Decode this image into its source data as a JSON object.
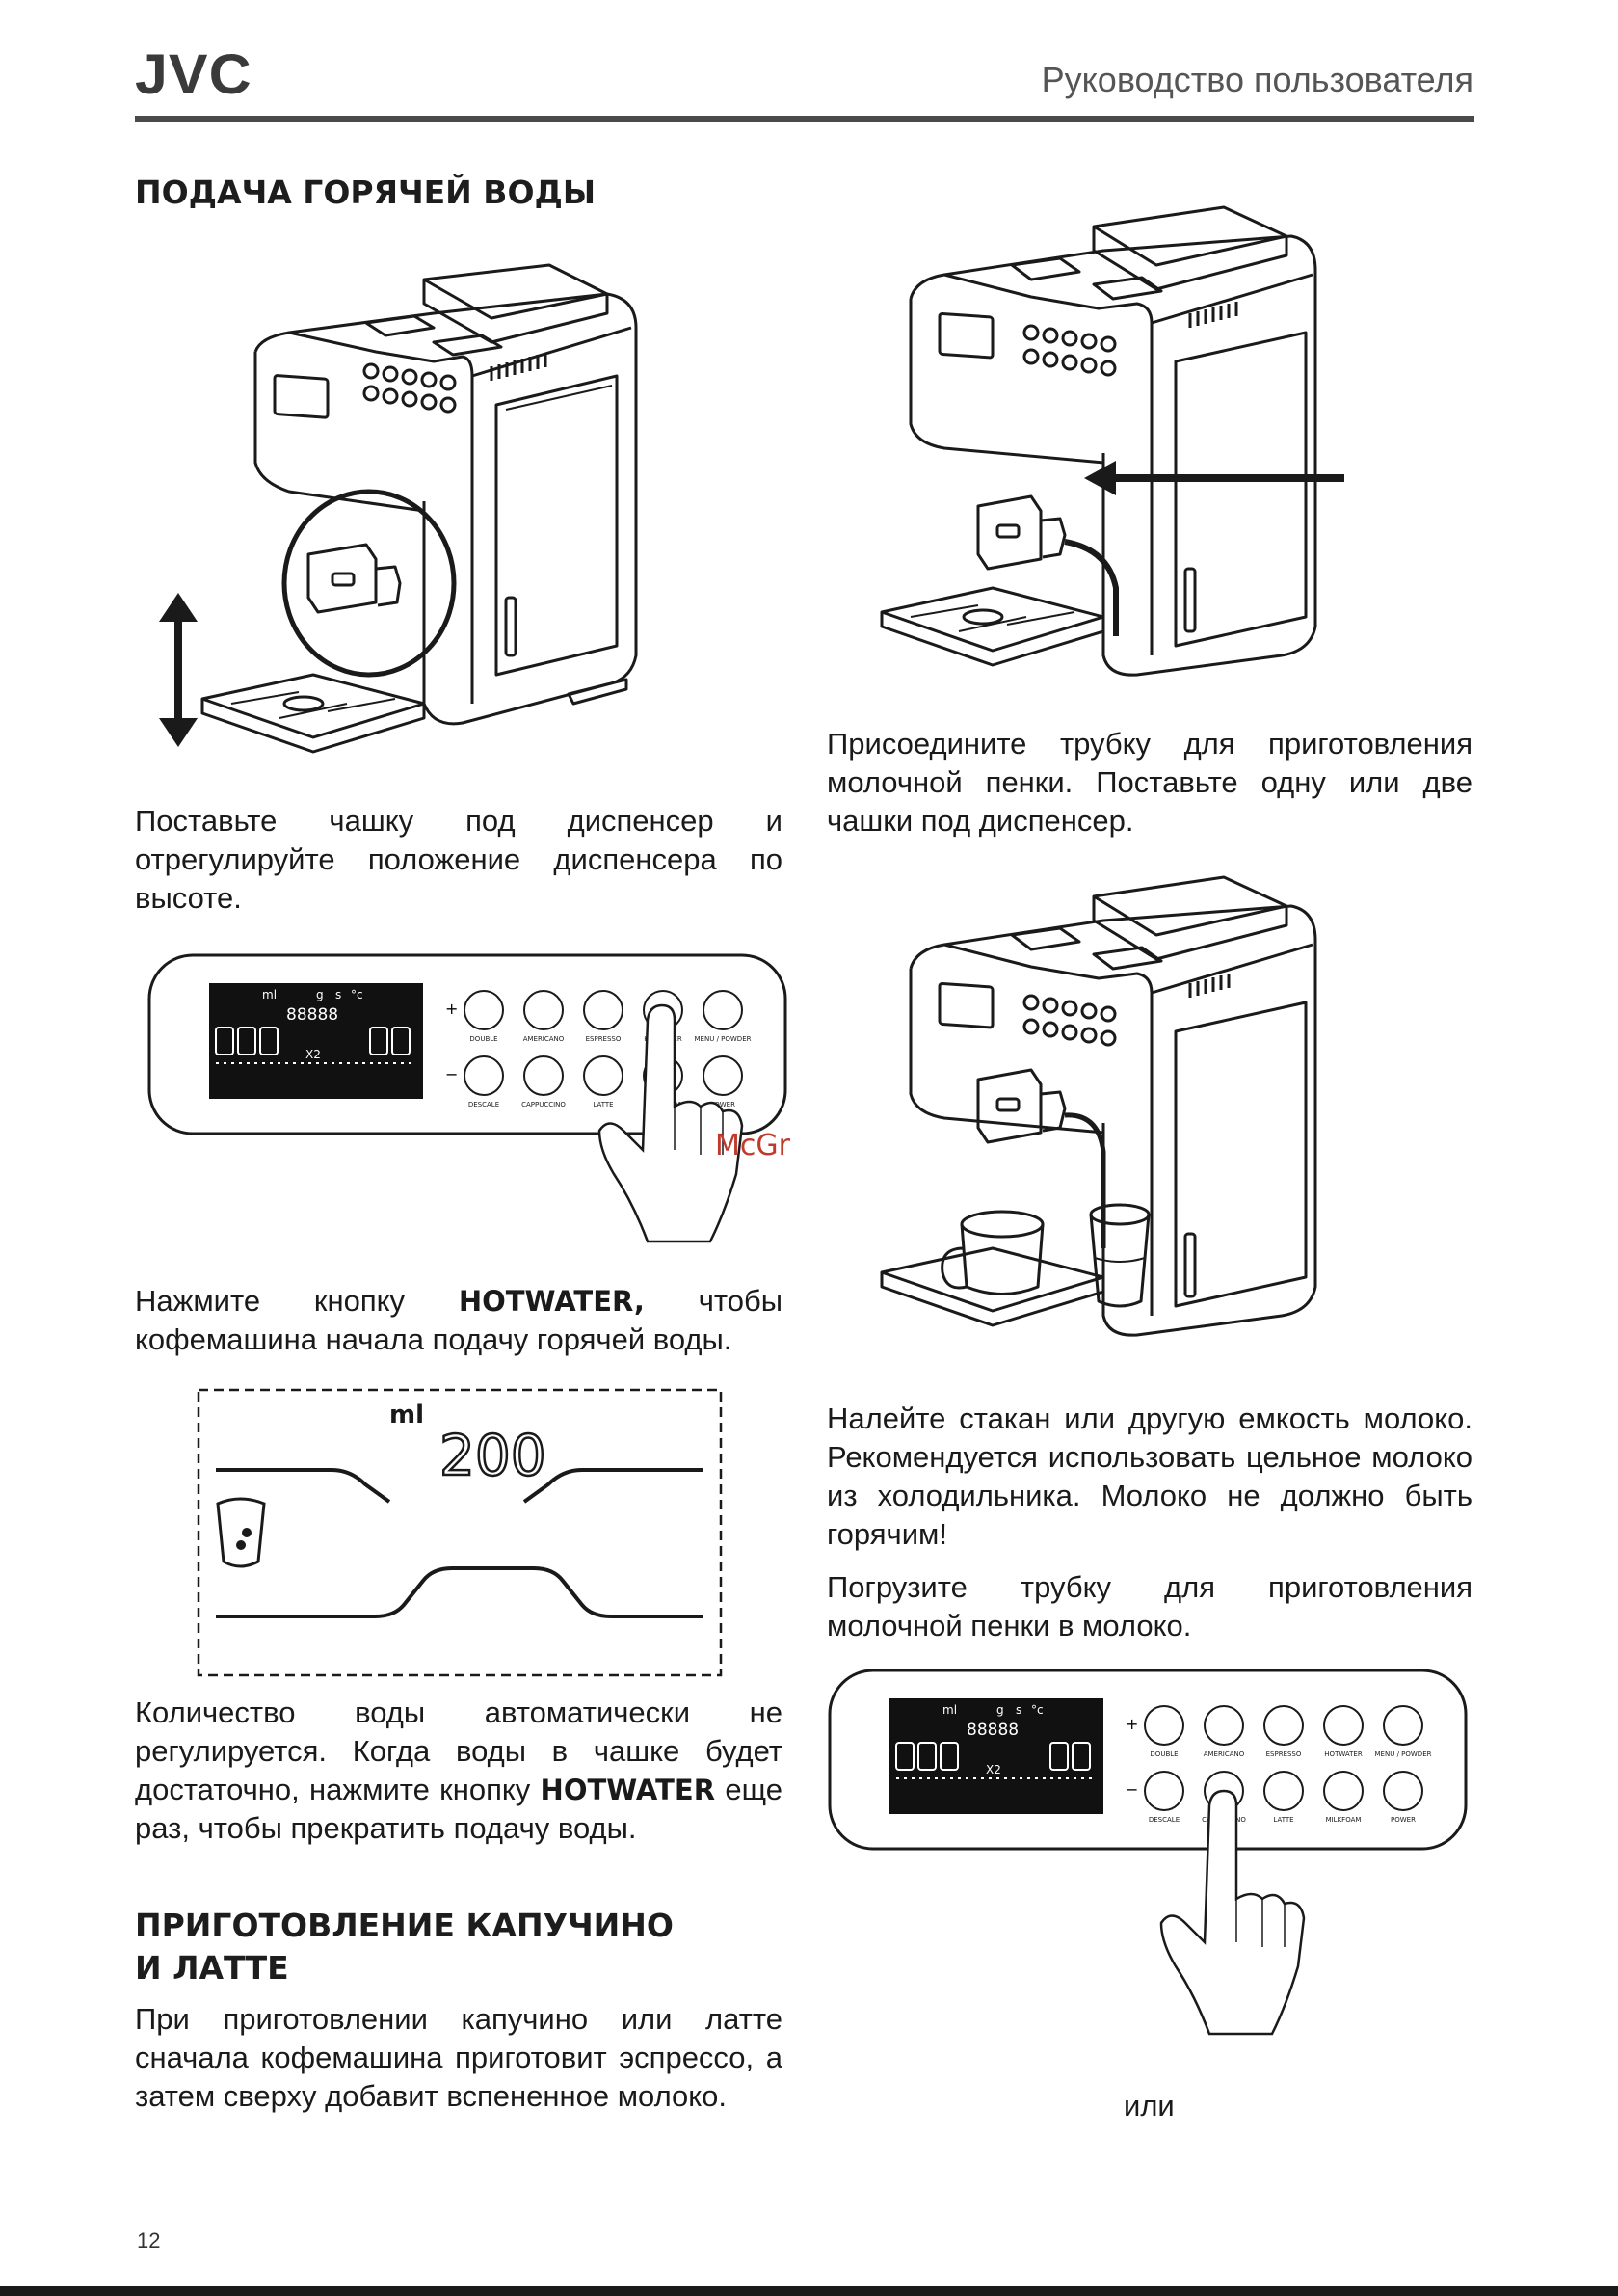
{
  "header": {
    "logo": "JVC",
    "title": "Руководство пользователя"
  },
  "section1": {
    "heading": "ПОДАЧА ГОРЯЧЕЙ ВОДЫ",
    "p1": "Поставьте чашку под диспенсер и отрегулируйте положение диспенсера по высоте.",
    "p2_pre": "Нажмите кнопку ",
    "p2_bold": "HOTWATER,",
    "p2_post": " чтобы кофемашина начала подачу горячей воды.",
    "p3_pre": "Количество воды автоматически не регулируется. Когда воды в чашке будет достаточно, нажмите кнопку ",
    "p3_bold": "HOTWATER",
    "p3_post": " еще раз, чтобы прекратить подачу воды."
  },
  "section2": {
    "heading_line1": "ПРИГОТОВЛЕНИЕ КАПУЧИНО",
    "heading_line2": "И ЛАТТЕ",
    "p1": "При приготовлении капучино или латте сначала кофемашина приготовит эспрессо, а затем сверху добавит вспененное молоко."
  },
  "right_column": {
    "p1": "Присоедините трубку для приготовления молочной пенки. Поставьте одну или две чашки под диспенсер.",
    "p2": "Налейте стакан или другую емкость молоко. Рекомендуется использовать цельное молоко из холодильника. Молоко не должно быть горячим!",
    "p3": "Погрузите трубку для приготовления молочной пенки в молоко.",
    "or_label": "или"
  },
  "control_panel": {
    "plus": "+",
    "minus": "−",
    "lcd_digits": "88888",
    "lcd_x2": "X2",
    "lcd_top_labels": [
      "ml",
      "g",
      "s",
      "°c"
    ],
    "top_buttons": [
      "DOUBLE",
      "AMERICANO",
      "ESPRESSO",
      "HOTWATER",
      "MENU / POWDER"
    ],
    "bottom_buttons": [
      "DESCALE",
      "CAPPUCCINO",
      "LATTE",
      "MILKFOAM",
      "POWER"
    ]
  },
  "display_closeup": {
    "unit": "ml",
    "value": "200"
  },
  "watermark": "McGrp.Ru",
  "page_number": "12"
}
